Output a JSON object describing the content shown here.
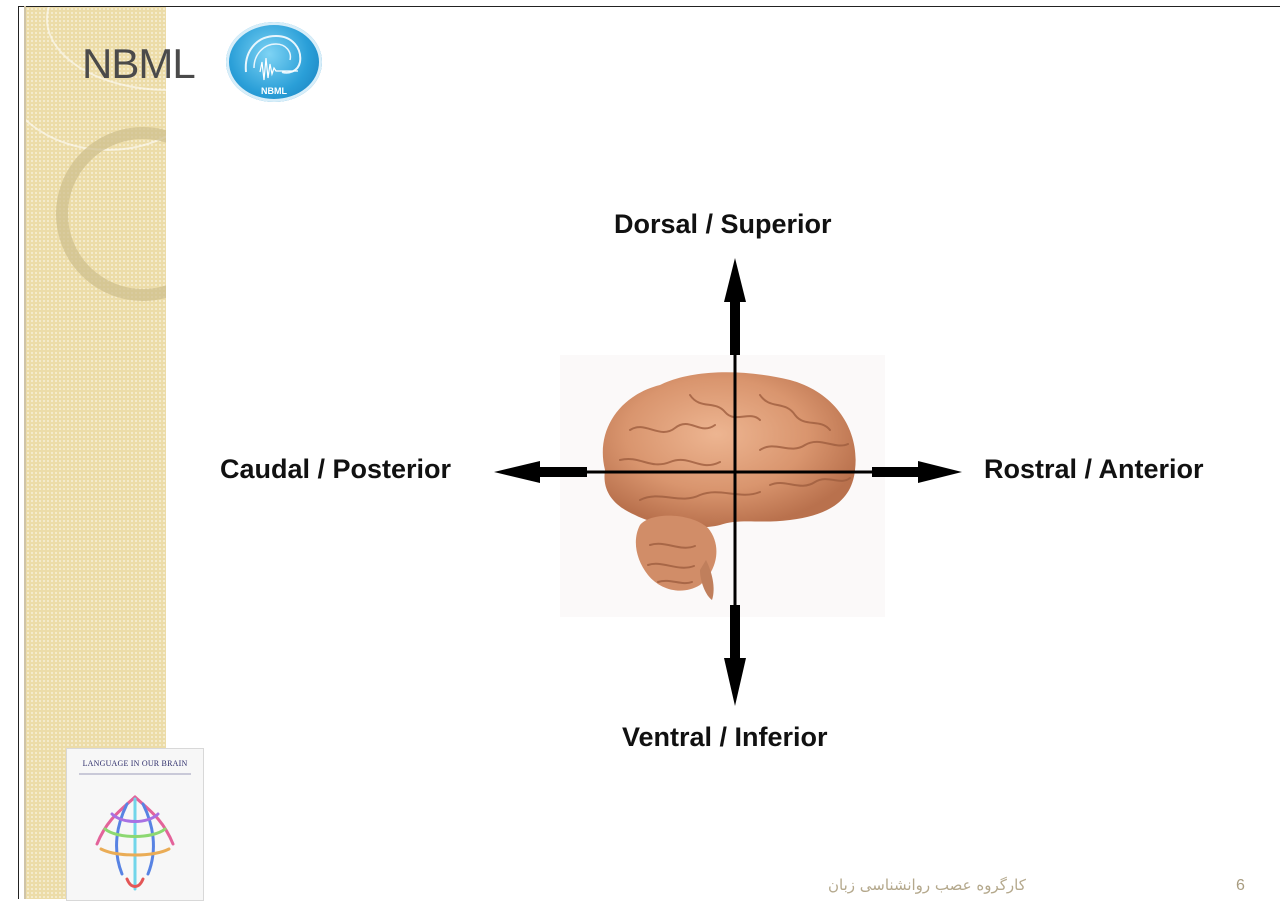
{
  "logo": {
    "text": "NBML",
    "badge_text": "NBML",
    "badge_color": "#2a9fd8"
  },
  "diagram": {
    "label_top": "Dorsal / Superior",
    "label_bottom": "Ventral / Inferior",
    "label_left": "Caudal / Posterior",
    "label_right": "Rostral / Anterior",
    "arrow_color": "#000000",
    "brain_color": "#d9956e"
  },
  "book": {
    "title": "LANGUAGE IN OUR BRAIN"
  },
  "footer": {
    "text": "کارگروه عصب روانشناسی زبان",
    "page_number": "6"
  },
  "theme": {
    "side_band_color": "#ecdca8"
  }
}
